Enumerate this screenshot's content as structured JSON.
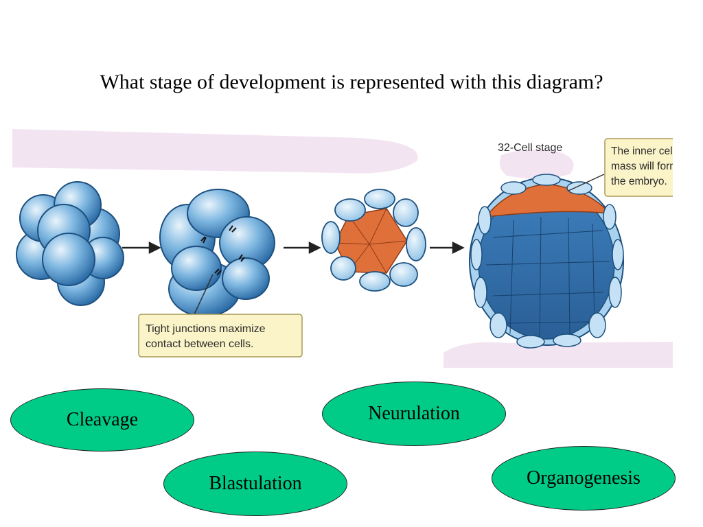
{
  "question": "What stage of development is represented with this diagram?",
  "figure": {
    "stage_label": "32-Cell stage",
    "inner_cell_callout": [
      "The inner cell",
      "mass will form",
      "the embryo."
    ],
    "junction_callout": [
      "Tight junctions maximize",
      "contact between cells."
    ]
  },
  "options": {
    "cleavage": "Cleavage",
    "neurulation": "Neurulation",
    "blastulation": "Blastulation",
    "organogenesis": "Organogenesis"
  },
  "colors": {
    "option_fill": "#00cc88",
    "cell_blue": "#5b9bd0",
    "inner_mass_orange": "#e0703a",
    "callout_fill": "#fbf4c8"
  }
}
